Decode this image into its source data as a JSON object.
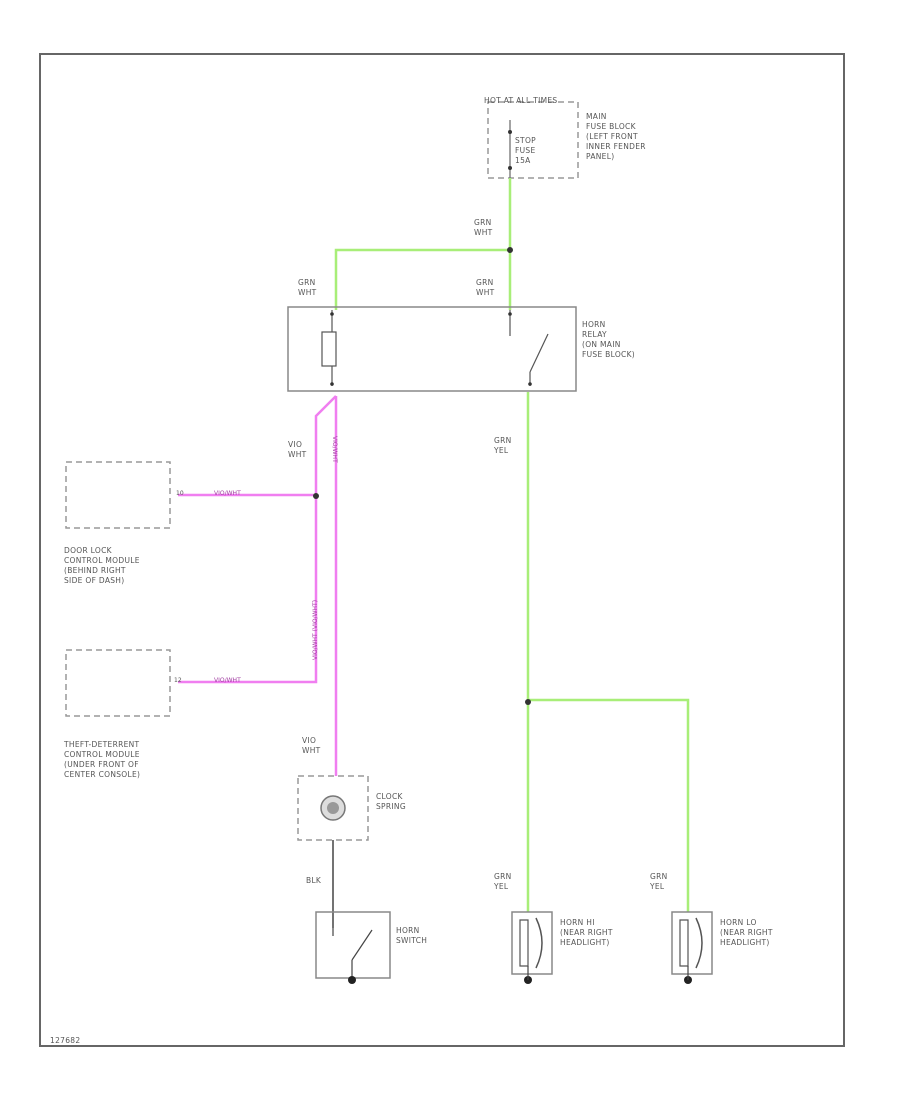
{
  "power": {
    "hot_label": "HOT AT ALL TIMES",
    "fuse_label": "STOP\nFUSE\n15A",
    "fuse_block_label": "MAIN\nFUSE BLOCK\n(LEFT FRONT\nINNER FENDER\nPANEL)"
  },
  "relay": {
    "label": "HORN\nRELAY\n(ON MAIN\nFUSE BLOCK)"
  },
  "wires": {
    "grn_wht_top": "GRN\nWHT",
    "grn_wht_left": "GRN\nWHT",
    "grn_wht_right": "GRN\nWHT",
    "grn_yel_main": "GRN\nYEL",
    "grn_yel_horn_hi": "GRN\nYEL",
    "grn_yel_horn_lo": "GRN\nYEL",
    "vio_wht_upper": "VIO\nWHT",
    "vio_wht_lower": "VIO\nWHT",
    "blk": "BLK",
    "pink_label_1": "VIO/WHT",
    "pink_label_2": "VIO/WHT",
    "pink_label_3": "VIO/WHT",
    "pink_label_4": "VIO/WHT (VIO/WHT)",
    "pin_door": "10",
    "pin_theft": "12"
  },
  "modules": {
    "door_lock": "DOOR LOCK\nCONTROL MODULE\n(BEHIND RIGHT\nSIDE OF DASH)",
    "theft": "THEFT-DETERRENT\nCONTROL MODULE\n(UNDER FRONT OF\nCENTER CONSOLE)"
  },
  "components": {
    "clock_spring": "CLOCK\nSPRING",
    "horn_switch": "HORN\nSWITCH",
    "horn_hi": "HORN HI\n(NEAR RIGHT\nHEADLIGHT)",
    "horn_lo": "HORN LO\n(NEAR RIGHT\nHEADLIGHT)"
  },
  "figure_id": "127682",
  "colors": {
    "green_wire": "#a8ee78",
    "pink_wire": "#f07ef0",
    "border": "#666666"
  }
}
